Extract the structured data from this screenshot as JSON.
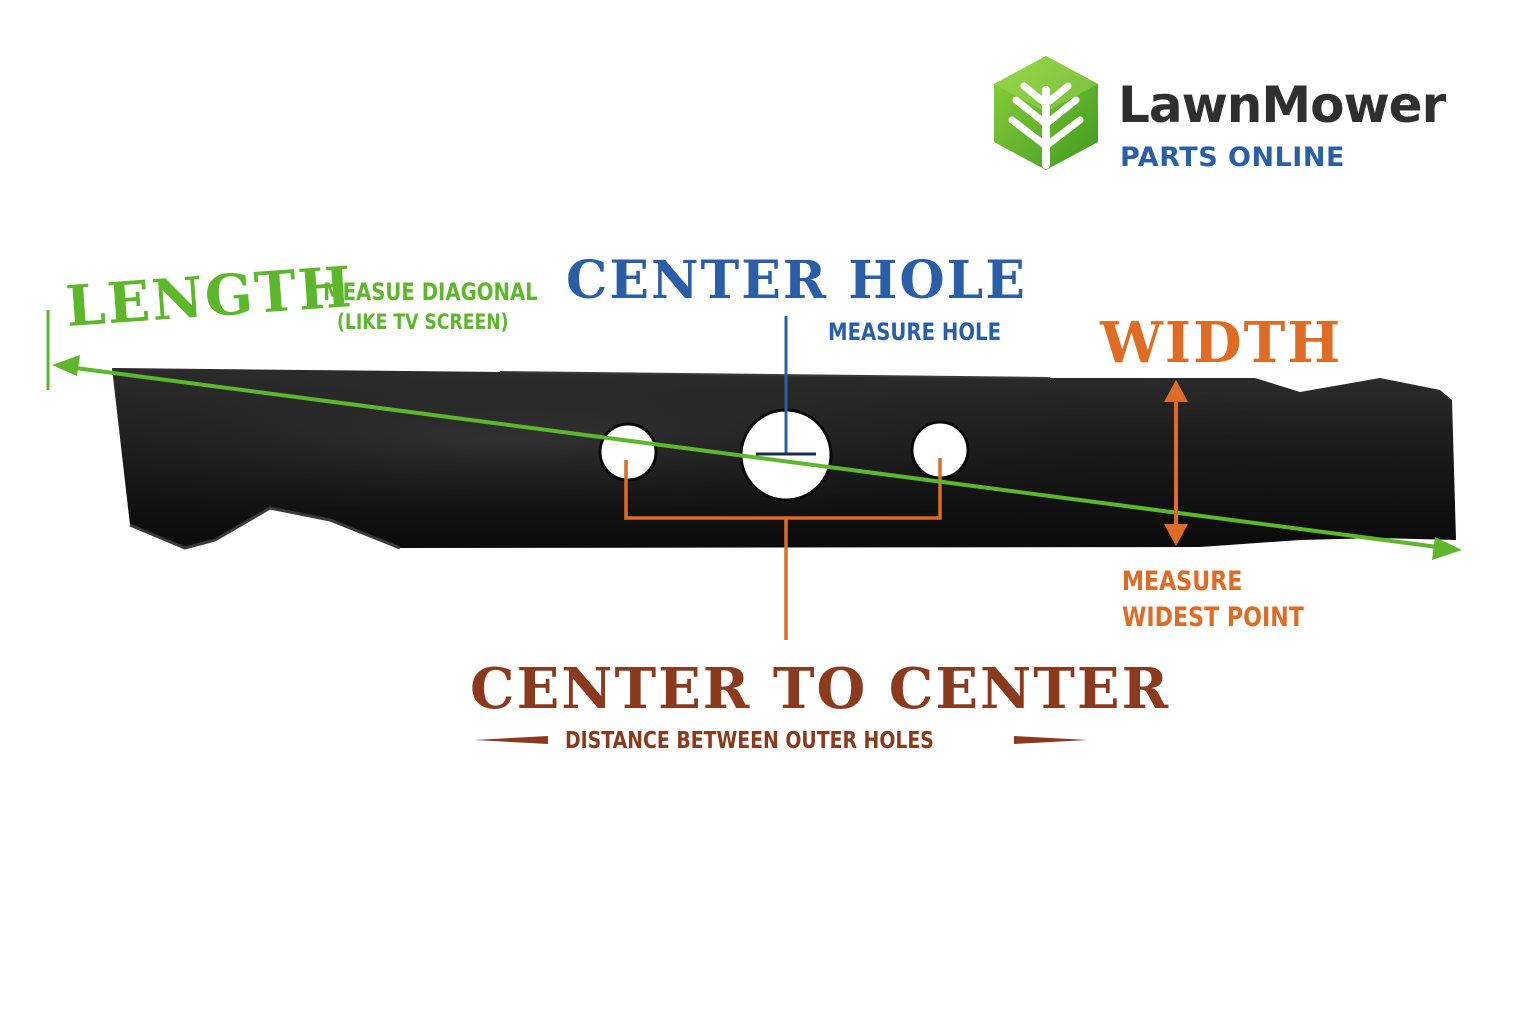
{
  "logo": {
    "wordmark": "LawnMower",
    "tagline": "PARTS ONLINE",
    "mark_icon": "leaf-hexagon-icon"
  },
  "length": {
    "title": "LENGTH",
    "note_line1": "MEASUE DIAGONAL",
    "note_line2": "(LIKE TV SCREEN)"
  },
  "center_hole": {
    "title": "CENTER HOLE",
    "note": "MEASURE HOLE"
  },
  "width": {
    "title": "WIDTH",
    "note_line1": "MEASURE",
    "note_line2": "WIDEST POINT"
  },
  "center_to_center": {
    "title": "CENTER TO CENTER",
    "note": "DISTANCE BETWEEN OUTER HOLES"
  },
  "colors": {
    "green": "#5cb82a",
    "blue": "#2a5fa8",
    "orange": "#e06b24",
    "rust": "#8c3a1e",
    "logo_text": "#2f2f2f",
    "logo_blue": "#2a5fa8",
    "blade": "#141414"
  }
}
